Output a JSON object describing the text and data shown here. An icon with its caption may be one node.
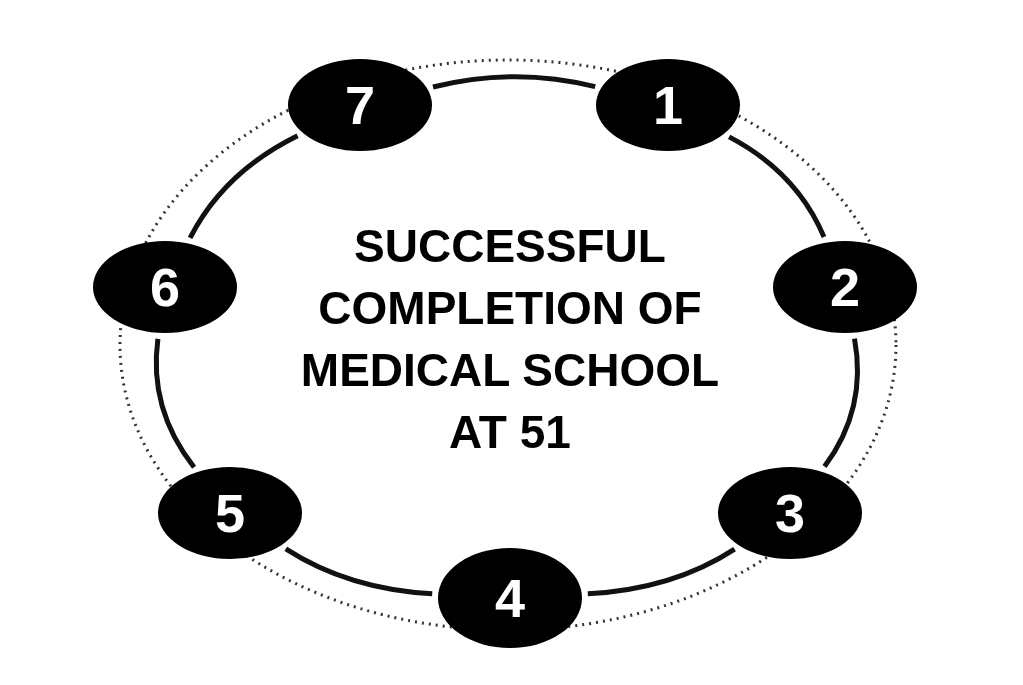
{
  "diagram": {
    "nodes": [
      {
        "text": [
          "1"
        ]
      },
      {
        "text": [
          "2"
        ]
      },
      {
        "text": [
          "3"
        ]
      },
      {
        "text": [
          "4"
        ]
      },
      {
        "text": [
          "5"
        ]
      },
      {
        "text": [
          "6"
        ]
      },
      {
        "text": [
          "7"
        ]
      }
    ],
    "edges": [
      {
        "from": 0,
        "to": 1,
        "arrow": "none"
      },
      {
        "from": 1,
        "to": 2,
        "arrow": "none"
      },
      {
        "from": 2,
        "to": 3,
        "arrow": "none"
      },
      {
        "from": 3,
        "to": 4,
        "arrow": "none"
      },
      {
        "from": 4,
        "to": 5,
        "arrow": "none"
      },
      {
        "from": 5,
        "to": 6,
        "arrow": "none"
      },
      {
        "from": 6,
        "to": 0,
        "arrow": "none"
      }
    ],
    "labels": [
      "SUCCESSFUL COMPLETION OF MEDICAL SCHOOL AT 51"
    ]
  }
}
